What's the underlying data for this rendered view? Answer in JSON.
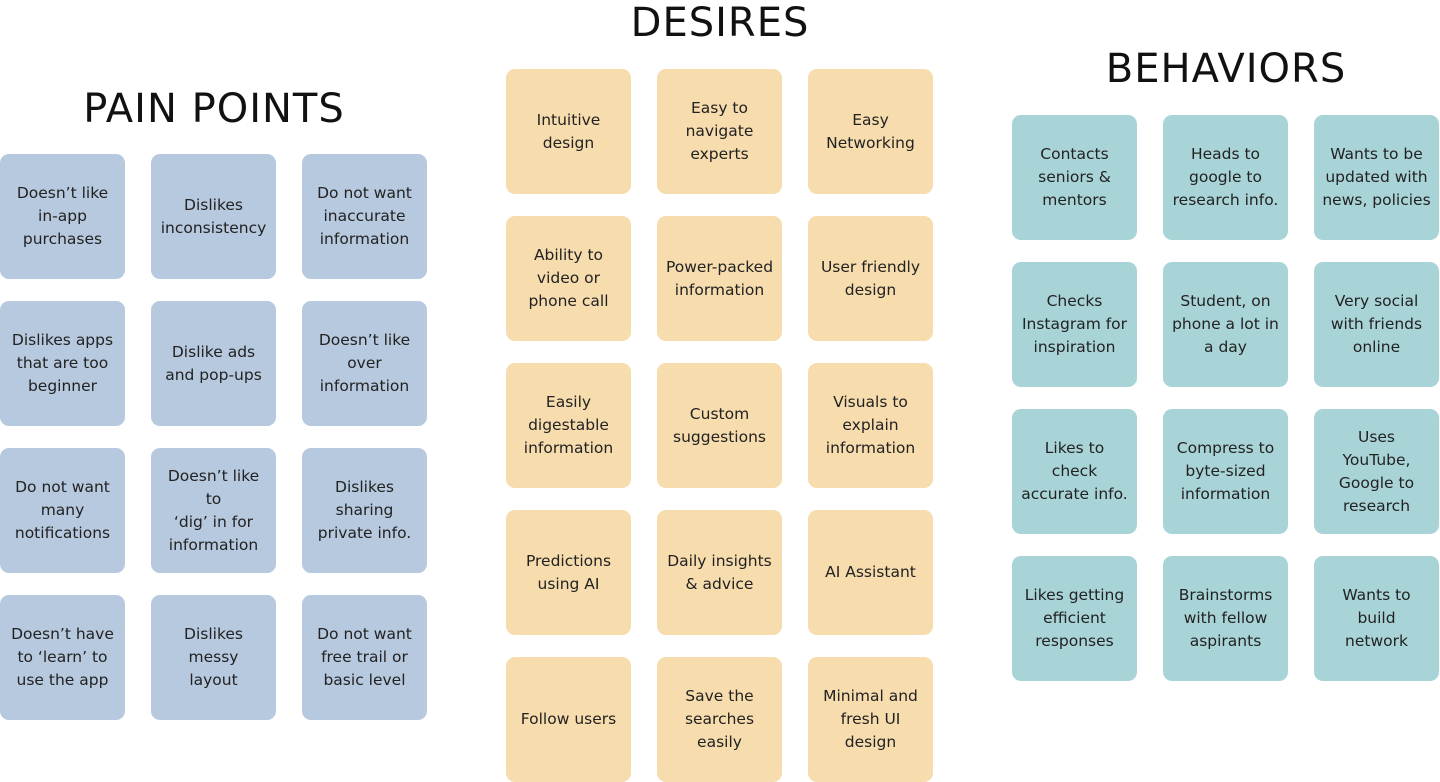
{
  "pain_points": {
    "title": "PAIN POINTS",
    "notes": [
      "Doesn’t like\nin-app\npurchases",
      "Dislikes\ninconsistency",
      "Do not want\ninaccurate\ninformation",
      "Dislikes apps\nthat are too\nbeginner",
      "Dislike ads\nand pop-ups",
      "Doesn’t like\nover\ninformation",
      "Do not want\nmany\nnotifications",
      "Doesn’t like to\n‘dig’ in for\ninformation",
      "Dislikes\nsharing\nprivate info.",
      "Doesn’t have\nto ‘learn’ to\nuse the app",
      "Dislikes messy\nlayout",
      "Do not want\nfree trail or\nbasic level"
    ]
  },
  "desires": {
    "title": "DESIRES",
    "notes": [
      "Intuitive\ndesign",
      "Easy to\nnavigate\nexperts",
      "Easy\nNetworking",
      "Ability to\nvideo or\nphone call",
      "Power-packed\ninformation",
      "User friendly\ndesign",
      "Easily\ndigestable\ninformation",
      "Custom\nsuggestions",
      "Visuals to\nexplain\ninformation",
      "Predictions\nusing AI",
      "Daily insights\n& advice",
      "AI Assistant",
      "Follow users",
      "Save the\nsearches\neasily",
      "Minimal and\nfresh UI\ndesign"
    ]
  },
  "behaviors": {
    "title": "BEHAVIORS",
    "notes": [
      "Contacts\nseniors &\nmentors",
      "Heads to\ngoogle to\nresearch info.",
      "Wants to be\nupdated with\nnews, policies",
      "Checks\nInstagram for\ninspiration",
      "Student, on\nphone a lot in\na day",
      "Very social\nwith friends\nonline",
      "Likes to check\naccurate info.",
      "Compress to\nbyte-sized\ninformation",
      "Uses YouTube,\nGoogle to\nresearch",
      "Likes getting\nefficient\nresponses",
      "Brainstorms\nwith fellow\naspirants",
      "Wants to build\nnetwork"
    ]
  },
  "colors": {
    "pain_note": "#b7c9de",
    "desire_note": "#f7dcae",
    "behavior_note": "#a9d4d7",
    "title_text": "#111111"
  }
}
